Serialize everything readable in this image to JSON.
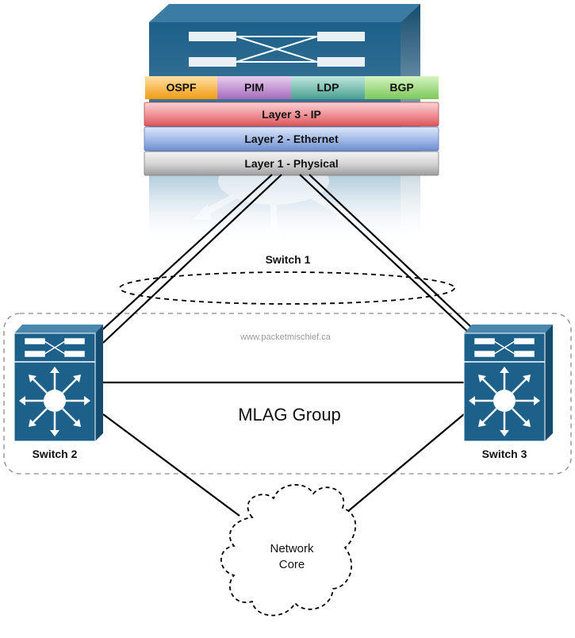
{
  "switch1": {
    "label": "Switch 1",
    "protocols": [
      "OSPF",
      "PIM",
      "LDP",
      "BGP"
    ],
    "layers": [
      "Layer 3 - IP",
      "Layer 2 - Ethernet",
      "Layer 1 - Physical"
    ]
  },
  "switch2": {
    "label": "Switch 2"
  },
  "switch3": {
    "label": "Switch 3"
  },
  "mlag": {
    "label": "MLAG Group",
    "watermark": "www.packetmischief.ca"
  },
  "core": {
    "label_line1": "Network",
    "label_line2": "Core"
  },
  "colors": {
    "switch_blue": "#1d6089",
    "ospf": "#f5a623",
    "pim": "#b57fc9",
    "ldp": "#5fb0a0",
    "bgp": "#8cd06a",
    "layer3": "#e97a80",
    "layer2": "#8fa9de",
    "layer1": "#c9c9c9"
  }
}
